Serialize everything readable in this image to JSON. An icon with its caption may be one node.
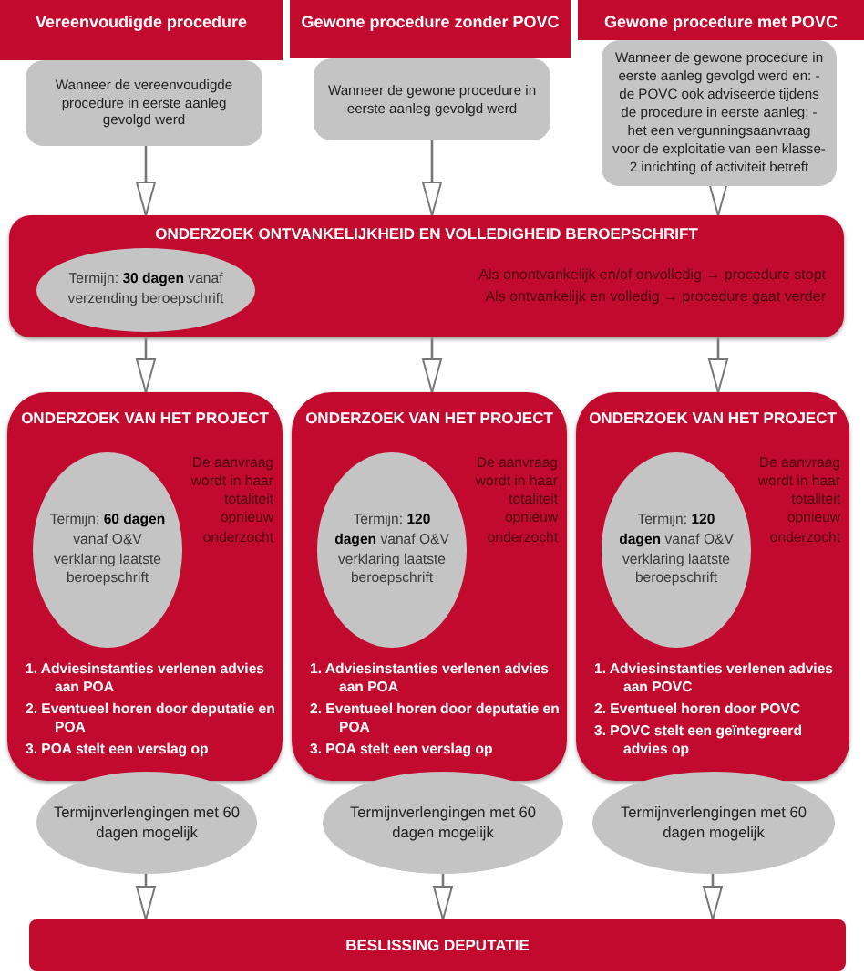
{
  "diagram": {
    "nodes": [
      {
        "text": [
          "Vereenvoudigde procedure"
        ]
      },
      {
        "text": [
          "Wanneer de vereenvoudigde procedure in eerste aanleg gevolgd werd"
        ]
      },
      {
        "text": [
          "Gewone procedure zonder POVC"
        ]
      },
      {
        "text": [
          "Wanneer de gewone procedure in eerste aanleg gevolgd werd"
        ]
      },
      {
        "text": [
          "Gewone procedure met POVC"
        ]
      },
      {
        "text": [
          "Wanneer de gewone procedure in eerste aanleg gevolgd werd en: - de POVC ook adviseerde tijdens de procedure in eerste aanleg; - het een vergunningsaanvraag voor de exploitatie van een klasse-2 inrichting of activiteit betreft"
        ]
      },
      {
        "text": [
          "ONDERZOEK ONTVANKELIJKHEID EN VOLLEDIGHEID BEROEPSCHRIFT",
          "Als onontvankelijk en/of onvolledig → procedure stopt",
          "Als ontvankelijk en volledig → procedure gaat verder"
        ]
      },
      {
        "text": [
          "Termijn: **30 dagen** vanaf verzending beroepschrift"
        ],
        "in": 6
      },
      {
        "text": [
          "ONDERZOEK VAN HET PROJECT",
          "De aanvraag wordt in haar totaliteit opnieuw onderzocht",
          "1. Adviesinstanties verlenen advies aan POA",
          "2. Eventueel horen door deputatie en POA",
          "3. POA stelt een verslag op"
        ]
      },
      {
        "text": [
          "Termijn: **60 dagen** vanaf O&V verklaring laatste beroepschrift"
        ],
        "in": 8
      },
      {
        "text": [
          "ONDERZOEK VAN HET PROJECT",
          "De aanvraag wordt in haar totaliteit opnieuw onderzocht",
          "1. Adviesinstanties verlenen advies aan POA",
          "2. Eventueel horen door deputatie en POA",
          "3. POA stelt een verslag op"
        ]
      },
      {
        "text": [
          "Termijn: **120 dagen** vanaf O&V verklaring laatste beroepschrift"
        ],
        "in": 10
      },
      {
        "text": [
          "ONDERZOEK VAN HET PROJECT",
          "De aanvraag wordt in haar totaliteit opnieuw onderzocht",
          "1. Adviesinstanties verlenen advies aan POVC",
          "2. Eventueel horen door POVC",
          "3. POVC stelt een geïntegreerd advies op"
        ]
      },
      {
        "text": [
          "Termijn: **120 dagen** vanaf O&V verklaring laatste beroepschrift"
        ],
        "in": 12
      },
      {
        "text": [
          "Termijnverlengingen met 60 dagen mogelijk"
        ]
      },
      {
        "text": [
          "Termijnverlengingen met 60 dagen mogelijk"
        ]
      },
      {
        "text": [
          "Termijnverlengingen met 60 dagen mogelijk"
        ]
      },
      {
        "text": [
          "BESLISSING DEPUTATIE"
        ]
      }
    ],
    "edges": [
      {
        "from": 1,
        "to": 6,
        "arrow": "to"
      },
      {
        "from": 3,
        "to": 6,
        "arrow": "to"
      },
      {
        "from": 5,
        "to": 6,
        "arrow": "to"
      },
      {
        "from": 6,
        "to": 8,
        "arrow": "to"
      },
      {
        "from": 6,
        "to": 10,
        "arrow": "to"
      },
      {
        "from": 6,
        "to": 12,
        "arrow": "to"
      },
      {
        "from": 14,
        "to": 17,
        "arrow": "to"
      },
      {
        "from": 15,
        "to": 17,
        "arrow": "to"
      },
      {
        "from": 16,
        "to": 17,
        "arrow": "to"
      }
    ]
  }
}
